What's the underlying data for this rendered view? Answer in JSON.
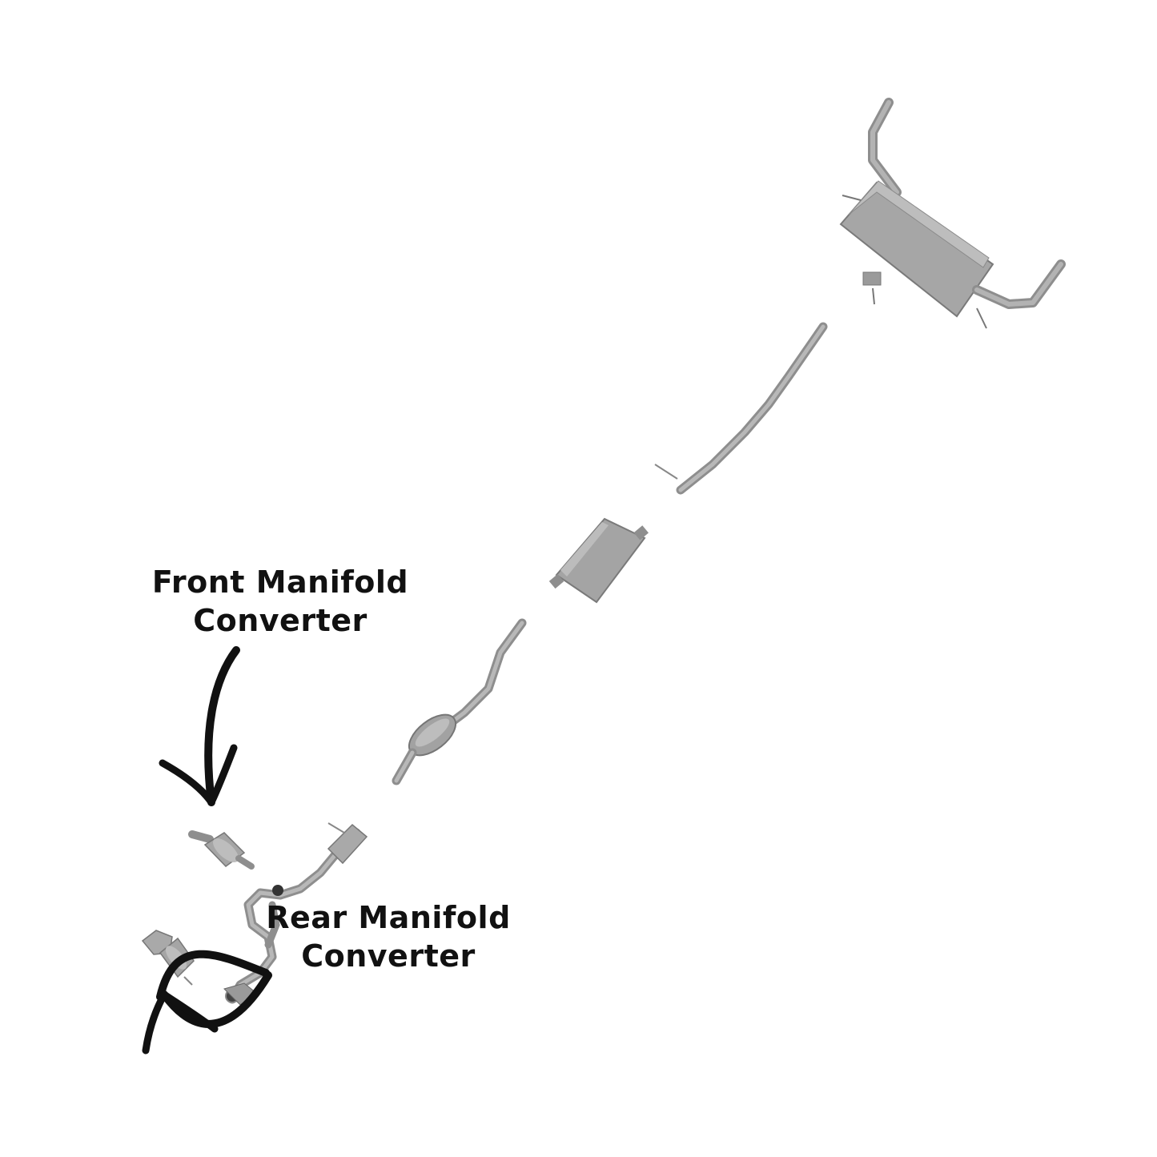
{
  "labels": {
    "front": {
      "line1": "Front Manifold",
      "line2": "Converter"
    },
    "rear": {
      "line1": "Rear Manifold",
      "line2": "Converter"
    }
  },
  "colors": {
    "part_fill": "#a9a9a9",
    "part_shade": "#8e8e8e",
    "part_edge": "#6f6f6f",
    "arrow": "#111111",
    "text": "#111111",
    "background": "#ffffff"
  }
}
